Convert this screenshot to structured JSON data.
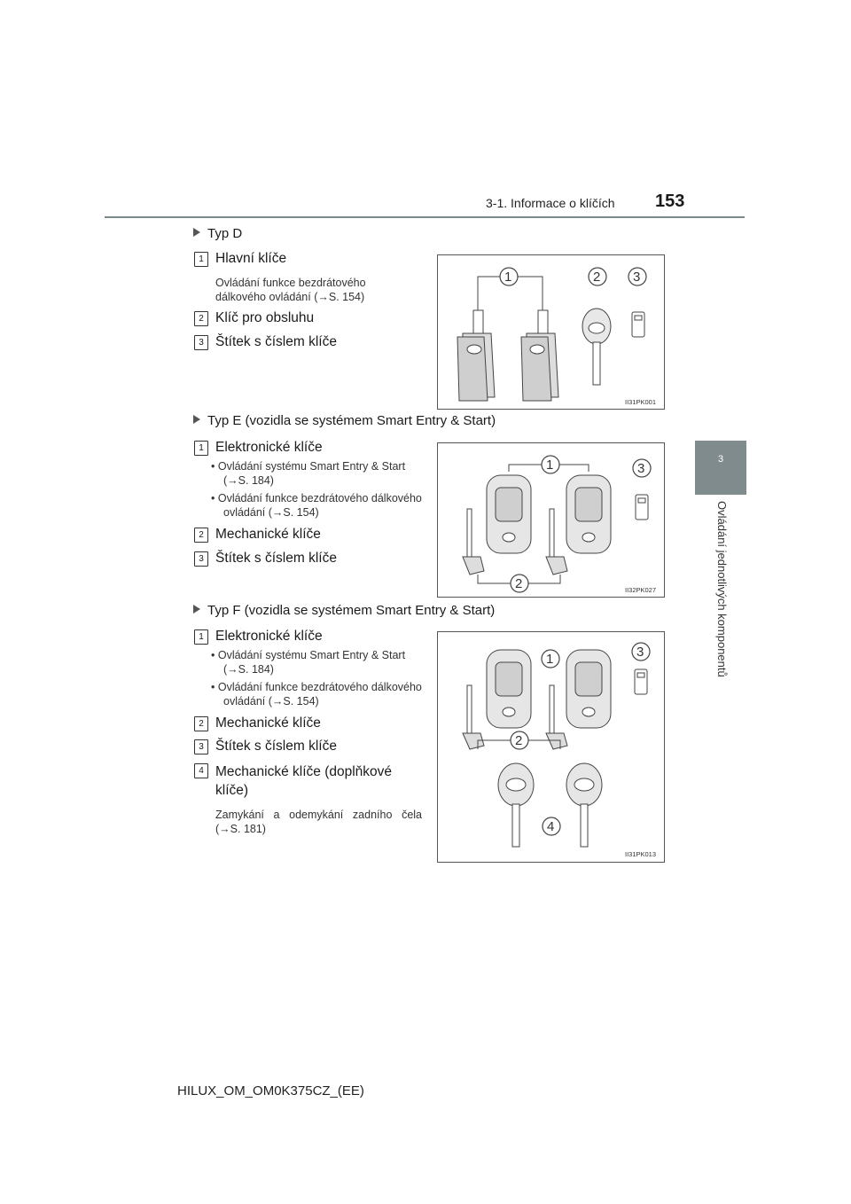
{
  "header": {
    "section": "3-1. Informace o klíčích",
    "page_number": "153"
  },
  "side_tab": {
    "chapter_number": "3",
    "chapter_title": "Ovládání jednotlivých komponentů"
  },
  "sections": [
    {
      "heading": "Typ D",
      "items": [
        {
          "num": "1",
          "title": "Hlavní klíče",
          "text": "Ovládání funkce bezdrátového dálkového ovládání (→S. 154)"
        },
        {
          "num": "2",
          "title": "Klíč pro obsluhu"
        },
        {
          "num": "3",
          "title": "Štítek s číslem klíče"
        }
      ],
      "figure": {
        "code": "II31PK001",
        "callouts": [
          "1",
          "2",
          "3"
        ]
      }
    },
    {
      "heading": "Typ E (vozidla se systémem Smart Entry & Start)",
      "items": [
        {
          "num": "1",
          "title": "Elektronické klíče",
          "bullets": [
            "Ovládání systému Smart Entry & Start (→S. 184)",
            "Ovládání funkce bezdrátového dálkového ovládání (→S. 154)"
          ]
        },
        {
          "num": "2",
          "title": "Mechanické klíče"
        },
        {
          "num": "3",
          "title": "Štítek s číslem klíče"
        }
      ],
      "figure": {
        "code": "II32PK027",
        "callouts": [
          "1",
          "3",
          "2"
        ]
      }
    },
    {
      "heading": "Typ F (vozidla se systémem Smart Entry & Start)",
      "items": [
        {
          "num": "1",
          "title": "Elektronické klíče",
          "bullets": [
            "Ovládání systému Smart Entry & Start (→S. 184)",
            "Ovládání funkce bezdrátového dálkového ovládání (→S. 154)"
          ]
        },
        {
          "num": "2",
          "title": "Mechanické klíče"
        },
        {
          "num": "3",
          "title": "Štítek s číslem klíče"
        },
        {
          "num": "4",
          "title": "Mechanické klíče (doplňkové klíče)",
          "text": "Zamykání a odemykání zadního čela (→S. 181)"
        }
      ],
      "figure": {
        "code": "II31PK013",
        "callouts": [
          "1",
          "3",
          "2",
          "4"
        ]
      }
    }
  ],
  "footer": {
    "manual_code": "HILUX_OM_OM0K375CZ_(EE)"
  }
}
